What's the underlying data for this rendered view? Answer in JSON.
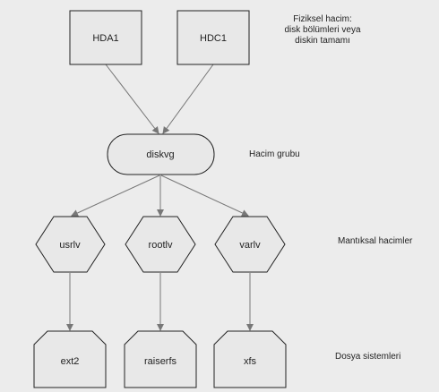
{
  "physical_volumes": {
    "nodes": [
      "HDA1",
      "HDC1"
    ],
    "label_lines": [
      "Fiziksel hacim:",
      "disk bölümleri veya",
      "diskin tamamı"
    ]
  },
  "volume_group": {
    "node": "diskvg",
    "label": "Hacim grubu"
  },
  "logical_volumes": {
    "nodes": [
      "usrlv",
      "rootlv",
      "varlv"
    ],
    "label": "Mantıksal hacimler"
  },
  "file_systems": {
    "nodes": [
      "ext2",
      "raiserfs",
      "xfs"
    ],
    "label": "Dosya sistemleri"
  },
  "colors": {
    "background": "#ececec",
    "node_fill": "#e8e8e8",
    "stroke": "#222222",
    "arrow": "#777777"
  }
}
